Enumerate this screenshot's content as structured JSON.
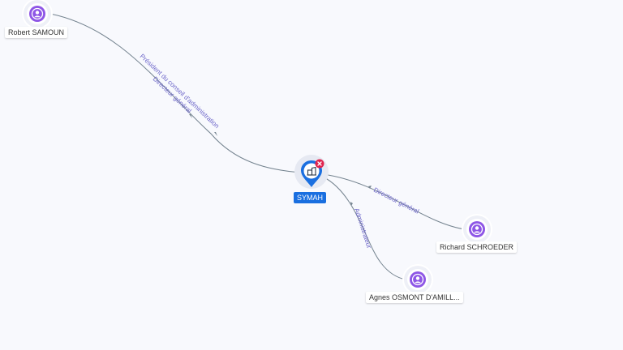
{
  "company": {
    "name": "SYMAH",
    "icon": "building-icon",
    "badge_icon": "close-icon",
    "color": "#1a6fe0",
    "badge_color": "#e0234e"
  },
  "people": [
    {
      "id": "robert",
      "name": "Robert SAMOUN",
      "icon": "person-icon"
    },
    {
      "id": "richard",
      "name": "Richard SCHROEDER",
      "icon": "person-icon"
    },
    {
      "id": "agnes",
      "name": "Agnes OSMONT D'AMILL...",
      "icon": "person-icon"
    }
  ],
  "relations": [
    {
      "from": "robert",
      "to": "company",
      "labels": [
        "Président du conseil d'administration",
        "Directeur général"
      ]
    },
    {
      "from": "richard",
      "to": "company",
      "labels": [
        "Directeur général"
      ]
    },
    {
      "from": "agnes",
      "to": "company",
      "labels": [
        "Administrateur"
      ]
    }
  ],
  "colors": {
    "person": "#8e56e6",
    "edge_label": "#6a63c8",
    "edge": "#74838f"
  }
}
